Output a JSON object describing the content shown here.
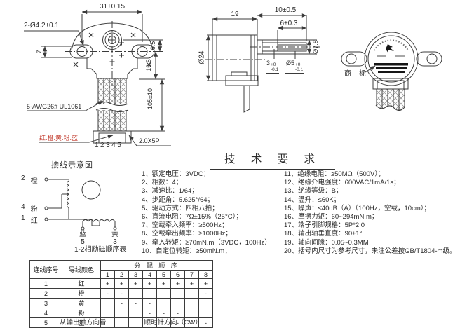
{
  "front_view": {
    "dim_width": "31±0.15",
    "dim_holes": "2-Ø4.2±0.1",
    "dim_hole_offset": "7",
    "dim_shaft_to_holes": "6.5",
    "dim_holes_to_base": "16.5",
    "lead_wire_label": "5-AWG26# UL1061",
    "dim_lead_length": "105±10",
    "wire_colors": "红.橙.黄.粉.蓝",
    "connector_spec": "2.0X5P",
    "pin_numbers": "12345"
  },
  "side_view": {
    "dim_body_length": "19",
    "dim_shaft_length": "10±0.5",
    "dim_flat_length": "6±0.3",
    "dim_body_diameter": "Ø24",
    "dim_boss_diameter": "Ø7.8",
    "dim_flat": {
      "base": "3",
      "upper": "+0",
      "lower": "-0.1"
    },
    "dim_shaft": {
      "base": "Ø5",
      "upper": "+0",
      "lower": "-0.1"
    }
  },
  "back_view": {
    "trademark_label": "商 标"
  },
  "wiring": {
    "title": "接线示意图",
    "caption": "1-2相励磁顺序表",
    "terminals": {
      "t2": {
        "num": "2",
        "color": "橙"
      },
      "t4": {
        "num": "4",
        "color": "粉"
      },
      "t1": {
        "num": "1",
        "color": "红"
      },
      "t5": {
        "color": "蓝",
        "num": "5"
      },
      "t3": {
        "color": "黄",
        "num": "3"
      }
    }
  },
  "tech": {
    "title": "技 术 要 求",
    "items_left": [
      "1、额定电压：3VDC；",
      "2、相数：4；",
      "3、减速比：1/64；",
      "4、步距角：5.625°/64；",
      "5、驱动方式：四相八拍；",
      "6、直流电阻：7Ω±15%（25°C）；",
      "7、空载牵入频率：≥500Hz；",
      "8、空载牵出频率：≥1000Hz；",
      "9、牵入转矩：≥70mN.m（3VDC，100Hz）",
      "10、自定位转矩：≥50mN.m；"
    ],
    "items_right": [
      "11、绝缘电阻：≥50MΩ（500V）；",
      "12、绝缘介电强度：600VAC/1mA/1s；",
      "13、绝缘等级：B；",
      "14、温升：≤60K；",
      "15、噪声：≤40dB（A）（100Hz，空载，10cm）；",
      "16、摩擦力矩：60~294mN.m；",
      "17、端子引脚规格：5P*2.0",
      "18、输出轴垂直度：90±1°",
      "19、轴向间隙：0.05~0.3MM",
      "20、括号内尺寸为参考尺寸，未注公差按GB/T1804-m级。"
    ]
  },
  "sequence_table": {
    "header_wire_no": "连线序号",
    "header_wire_color": "导线颜色",
    "header_sequence": "分 配 顺 序",
    "steps": [
      "1",
      "2",
      "3",
      "4",
      "5",
      "6",
      "7",
      "8"
    ],
    "rows": [
      {
        "no": "1",
        "color": "红",
        "signs": [
          "+",
          "+",
          "+",
          "+",
          "+",
          "+",
          "+",
          "+"
        ]
      },
      {
        "no": "2",
        "color": "橙",
        "signs": [
          "-",
          "-",
          "",
          "",
          "",
          "",
          "",
          "-"
        ]
      },
      {
        "no": "3",
        "color": "黄",
        "signs": [
          "",
          "-",
          "-",
          "-",
          "",
          "",
          "",
          ""
        ]
      },
      {
        "no": "4",
        "color": "粉",
        "signs": [
          "",
          "",
          "",
          "-",
          "-",
          "-",
          "",
          ""
        ]
      },
      {
        "no": "5",
        "color": "蓝",
        "signs": [
          "",
          "",
          "",
          "",
          "",
          "-",
          "-",
          "-"
        ]
      }
    ],
    "footer_view": "从输出轴方向看",
    "footer_direction": "顺时针方向（CW）"
  },
  "colors": {
    "ink": "#3b3b3b",
    "red_text": "#c2382a",
    "background": "#ffffff"
  }
}
